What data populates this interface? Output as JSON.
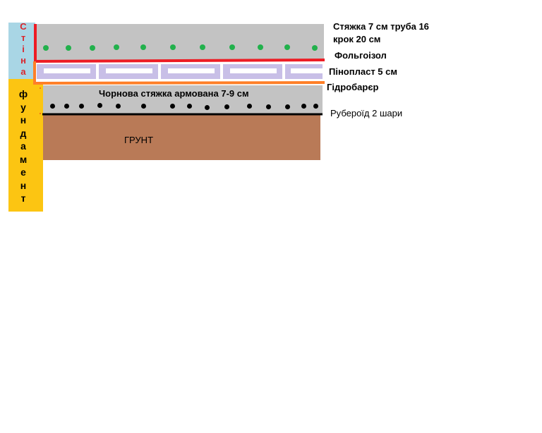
{
  "wall": {
    "letters": [
      "С",
      "т",
      "і",
      "н",
      "а"
    ]
  },
  "foundation": {
    "letters": [
      "ф",
      "у",
      "н",
      "д",
      "а",
      "м",
      "е",
      "н",
      "т"
    ]
  },
  "labels": {
    "screed_line1": "Стяжка 7 см  труба 16",
    "screed_line2": "крок 20 см",
    "foil": "Фольгоізол",
    "foam": "Пінопласт 5 см",
    "hydro": "Гідробарєр",
    "rough_screed": "Чорнова стяжка армована 7-9 см",
    "roofing": "Рубероїд  2  шари",
    "soil": "ГРУНТ"
  },
  "colors": {
    "wall": "#a9d6e5",
    "foundation": "#fcc512",
    "screed": "#c3c3c3",
    "pipe_dots": "#22b14c",
    "foil_line": "#ed1c24",
    "foam": "#c8bfe7",
    "hydro_line": "#ff7f27",
    "soil": "#b97a57",
    "roofing_line": "#000000"
  }
}
